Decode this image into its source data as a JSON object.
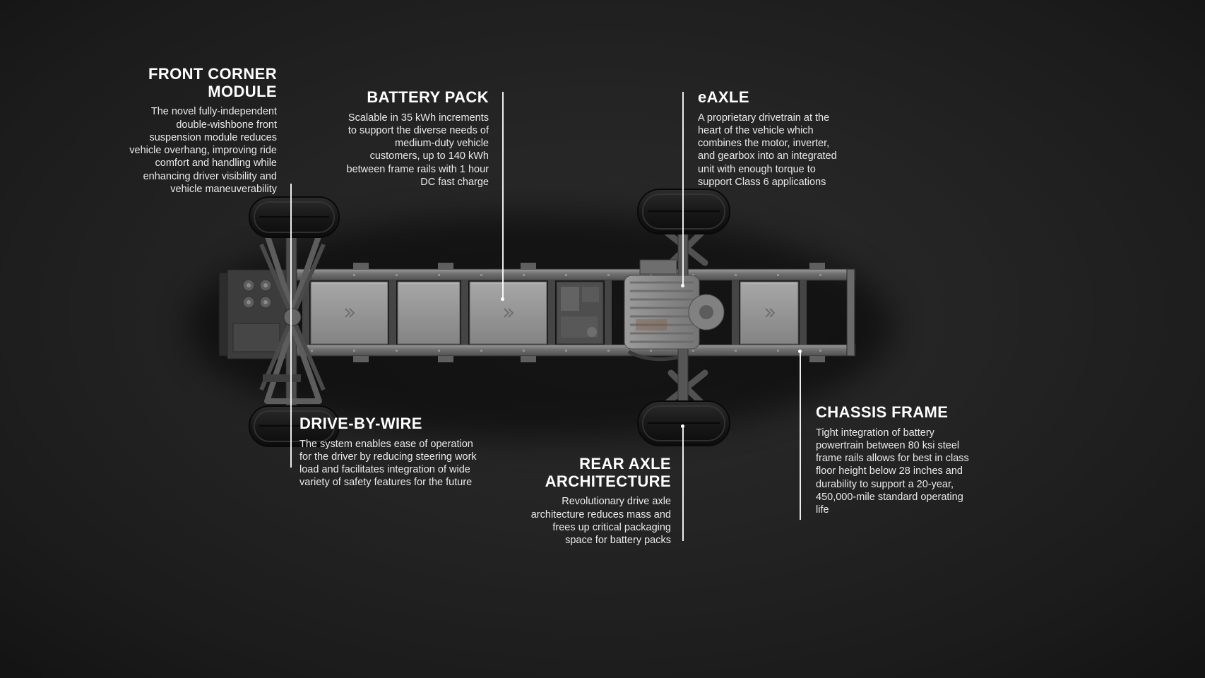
{
  "illustration": "electric-truck-chassis-top-view",
  "colors": {
    "background": "#1f1f1f",
    "heading_text": "#ffffff",
    "body_text": "#eaeaea",
    "leader_line": "#ffffff"
  },
  "callouts": {
    "front_corner_module": {
      "title": "FRONT CORNER MODULE",
      "body": "The novel fully-independent double-wishbone front suspension module reduces vehicle overhang,  improving ride comfort and handling while enhancing driver visibility and vehicle maneuverability"
    },
    "battery_pack": {
      "title": "BATTERY PACK",
      "body": "Scalable in 35 kWh increments to support the diverse needs of medium-duty vehicle customers, up to 140 kWh between frame rails with 1 hour DC fast charge"
    },
    "eaxle": {
      "title": "eAXLE",
      "body": "A proprietary drivetrain at the heart of the vehicle which combines the motor, inverter, and gearbox into an integrated unit with enough torque to support Class 6 applications"
    },
    "drive_by_wire": {
      "title": "DRIVE-BY-WIRE",
      "body": "The system enables ease of operation for the driver by reducing steering work load and facilitates integration of wide variety of safety features for the future"
    },
    "rear_axle_architecture": {
      "title": "REAR AXLE ARCHITECTURE",
      "body": "Revolutionary drive axle architecture reduces mass and frees up critical packaging space for battery packs"
    },
    "chassis_frame": {
      "title": "CHASSIS FRAME",
      "body": "Tight integration of battery powertrain between 80 ksi steel frame rails allows for best in class floor height below 28 inches and durability to support a 20-year, 450,000-mile standard operating life"
    }
  }
}
